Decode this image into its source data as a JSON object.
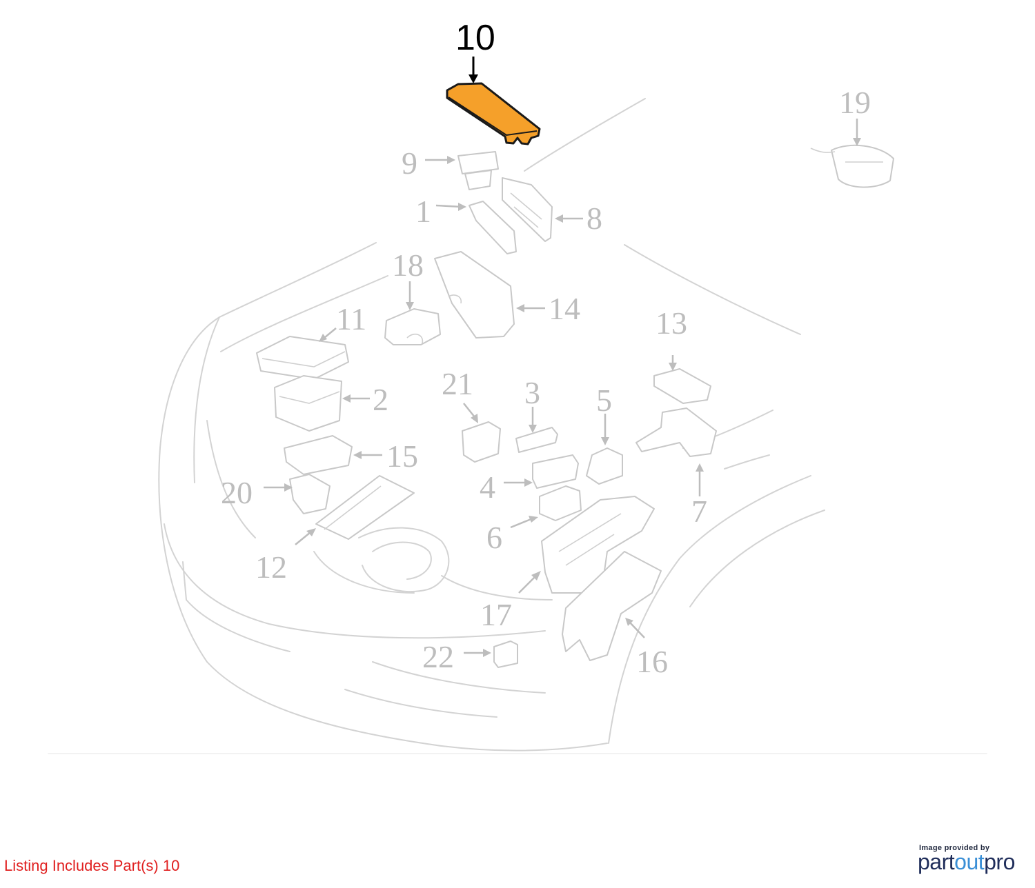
{
  "diagram": {
    "highlighted_part": "10",
    "highlight_color": "#f5a02a",
    "callouts": [
      "10",
      "19",
      "9",
      "1",
      "8",
      "18",
      "14",
      "11",
      "13",
      "2",
      "21",
      "3",
      "5",
      "15",
      "20",
      "4",
      "7",
      "6",
      "12",
      "17",
      "16",
      "22"
    ]
  },
  "footer": {
    "listing_text": "Listing Includes Part(s) 10",
    "listing_color": "#e02020",
    "credit_small": "Image provided by",
    "credit_brand_1": "part",
    "credit_brand_2": "out",
    "credit_brand_3": "pro"
  }
}
